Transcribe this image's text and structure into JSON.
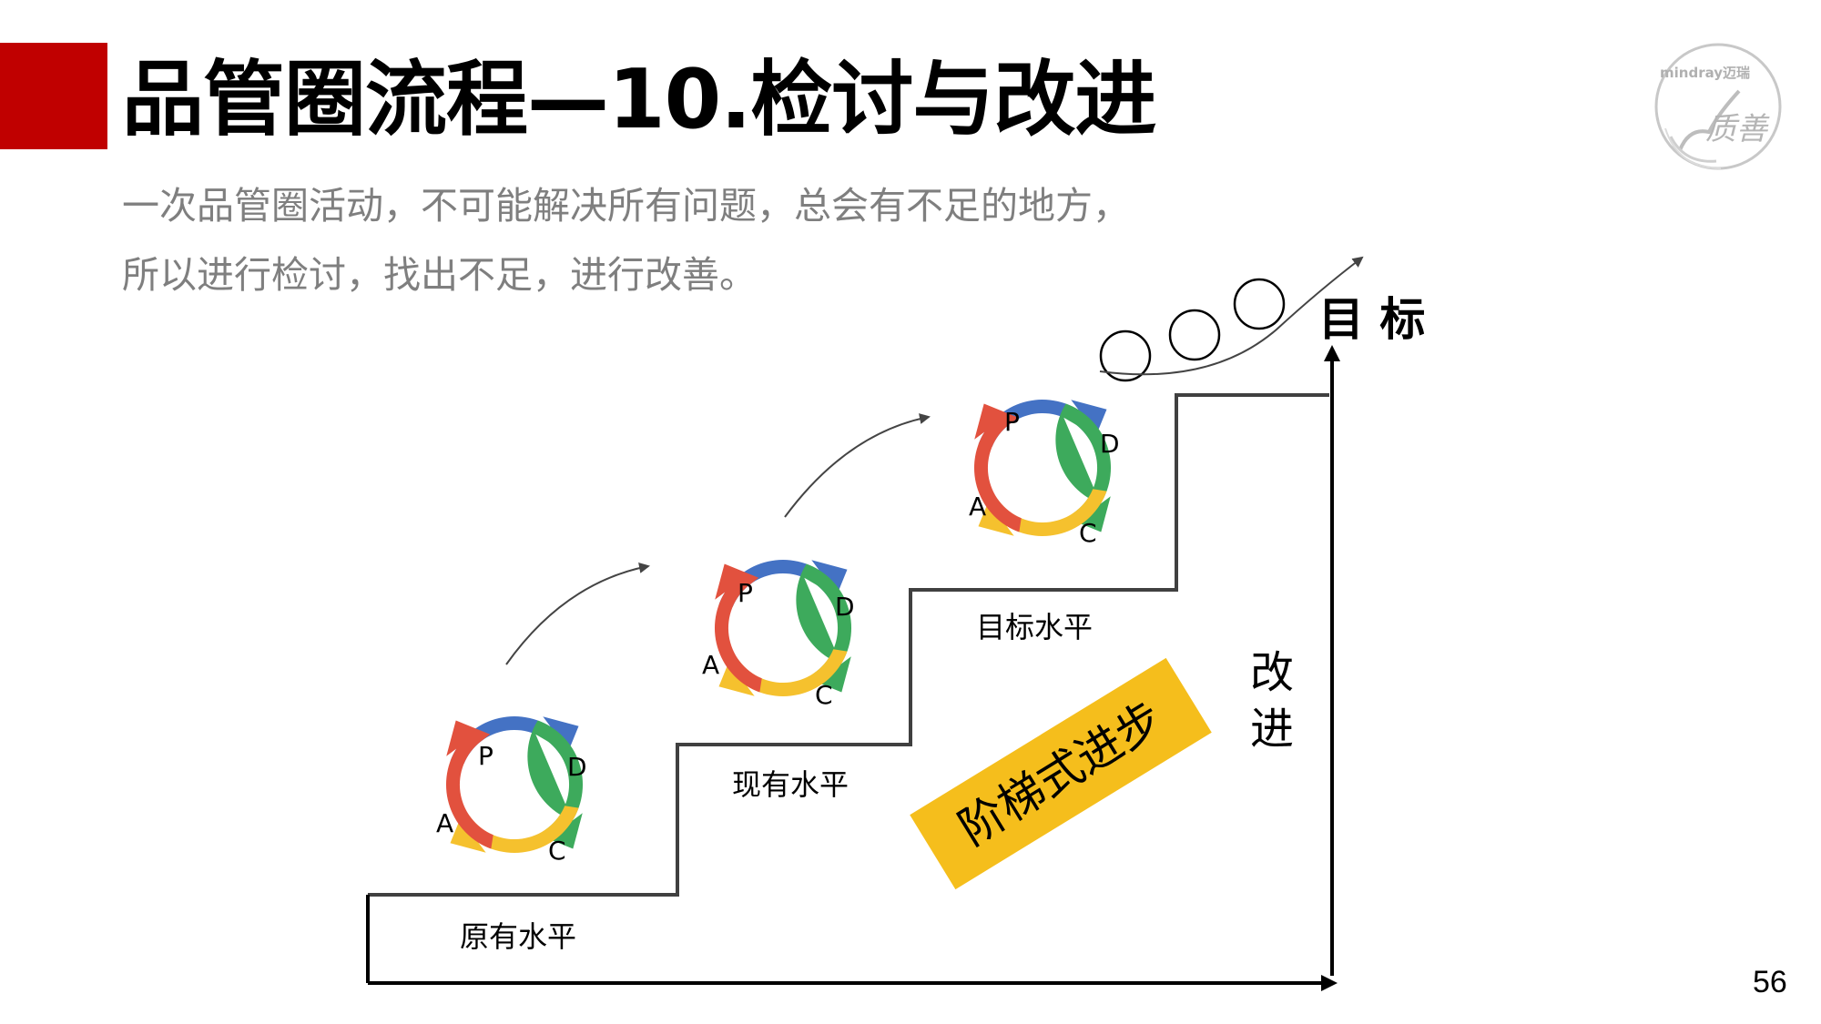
{
  "slide": {
    "title": "品管圈流程—10.检讨与改进",
    "subtitle_lines": [
      "一次品管圈活动，不可能解决所有问题，总会有不足的地方，",
      "所以进行检讨，找出不足，进行改善。"
    ],
    "page_number": "56"
  },
  "logo": {
    "brand": "mindray迈瑞",
    "text": "质善"
  },
  "diagram": {
    "levels": [
      "原有水平",
      "现有水平",
      "目标水平"
    ],
    "pdca": {
      "p": "P",
      "d": "D",
      "c": "C",
      "a": "A"
    },
    "goal_label": "目 标",
    "improve_label": [
      "改",
      "进"
    ],
    "banner": "阶梯式进步"
  },
  "colors": {
    "accent": "#C00000",
    "plan": "#4472C4",
    "do": "#3DAA5C",
    "check": "#F5C12E",
    "act": "#E2513E",
    "banner": "#F5BE1C"
  }
}
